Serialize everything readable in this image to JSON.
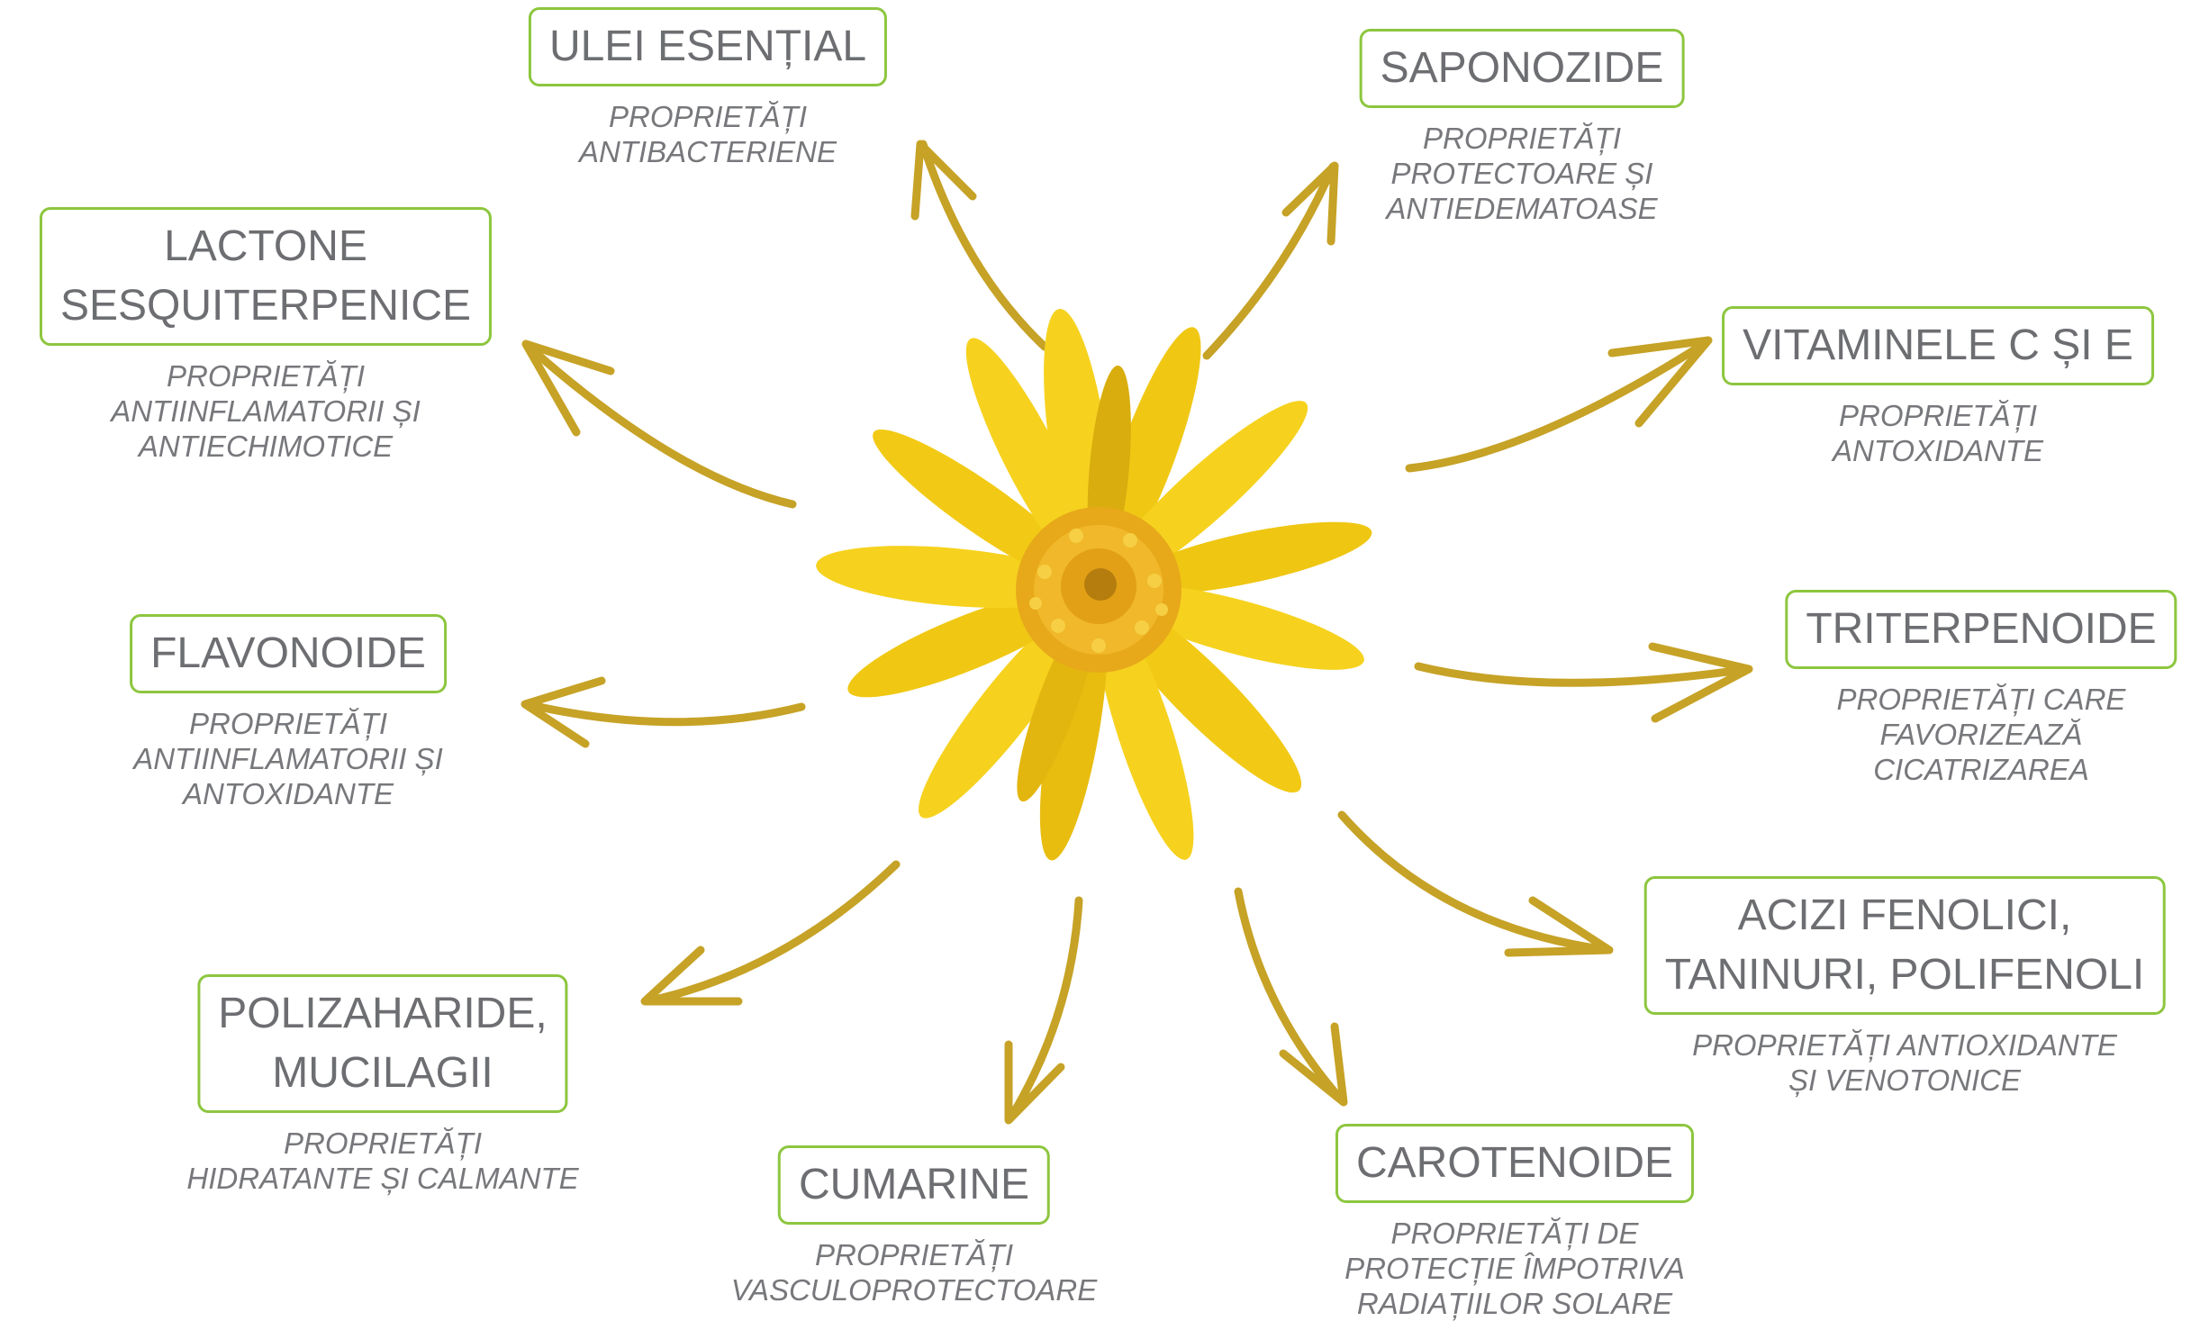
{
  "accent_color": "#8dc63f",
  "arrow_color": "#c6a226",
  "center_image": "arnica-flower",
  "nodes": [
    {
      "id": "ulei",
      "title": [
        "ULEI ESENȚIAL"
      ],
      "desc": [
        "PROPRIETĂȚI",
        "ANTIBACTERIENE"
      ]
    },
    {
      "id": "saponozide",
      "title": [
        "SAPONOZIDE"
      ],
      "desc": [
        "PROPRIETĂȚI",
        "PROTECTOARE ȘI",
        "ANTIEDEMATOASE"
      ]
    },
    {
      "id": "lactone",
      "title": [
        "LACTONE",
        "SESQUITERPENICE"
      ],
      "desc": [
        "PROPRIETĂȚI",
        "ANTIINFLAMATORII ȘI",
        "ANTIECHIMOTICE"
      ]
    },
    {
      "id": "vitaminele",
      "title": [
        "VITAMINELE C ȘI E"
      ],
      "desc": [
        "PROPRIETĂȚI",
        "ANTOXIDANTE"
      ]
    },
    {
      "id": "flavonoide",
      "title": [
        "FLAVONOIDE"
      ],
      "desc": [
        "PROPRIETĂȚI",
        "ANTIINFLAMATORII ȘI",
        "ANTOXIDANTE"
      ]
    },
    {
      "id": "triterpenoide",
      "title": [
        "TRITERPENOIDE"
      ],
      "desc": [
        "PROPRIETĂȚI CARE",
        "FAVORIZEAZĂ",
        "CICATRIZAREA"
      ]
    },
    {
      "id": "acizi",
      "title": [
        "ACIZI FENOLICI,",
        "TANINURI, POLIFENOLI"
      ],
      "desc": [
        "PROPRIETĂȚI ANTIOXIDANTE",
        "ȘI VENOTONICE"
      ]
    },
    {
      "id": "polizaharide",
      "title": [
        "POLIZAHARIDE,",
        "MUCILAGII"
      ],
      "desc": [
        "PROPRIETĂȚI",
        "HIDRATANTE ȘI CALMANTE"
      ]
    },
    {
      "id": "cumarine",
      "title": [
        "CUMARINE"
      ],
      "desc": [
        "PROPRIETĂȚI",
        "VASCULOPROTECTOARE"
      ]
    },
    {
      "id": "carotenoide",
      "title": [
        "CAROTENOIDE"
      ],
      "desc": [
        "PROPRIETĂȚI DE",
        "PROTECȚIE ÎMPOTRIVA",
        "RADIAȚIILOR SOLARE"
      ]
    }
  ]
}
